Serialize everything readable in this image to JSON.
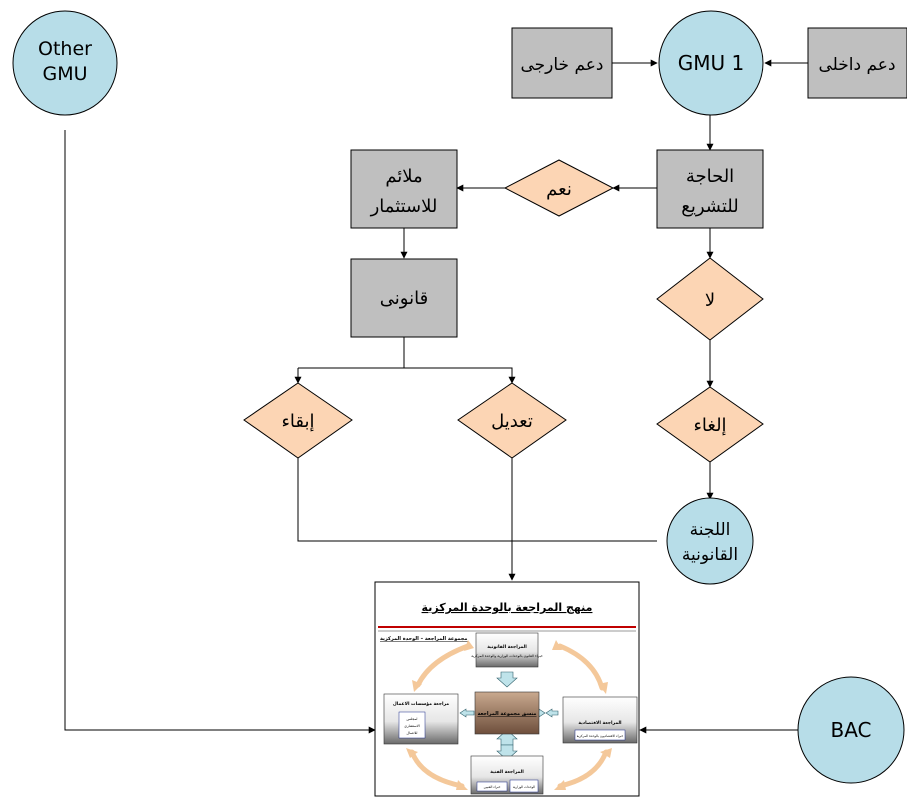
{
  "nodes": {
    "gmu1": "GMU 1",
    "other_gmu_line1": "Other",
    "other_gmu_line2": "GMU",
    "bac": "BAC",
    "external_support": "دعم خارجى",
    "internal_support": "دعم داخلى",
    "legislation_need_line1": "الحاجة",
    "legislation_need_line2": "للتشريع",
    "investment_fit_line1": "ملائم",
    "investment_fit_line2": "للاستثمار",
    "legal": "قانونى",
    "yes": "نعم",
    "no": "لا",
    "cancel": "إلغاء",
    "amend": "تعديل",
    "keep": "إبقاء",
    "committee_line1": "اللجنة",
    "committee_line2": "القانونية"
  },
  "inset": {
    "title": "منهج المراجعة بالوحدة المركزية",
    "subtitle": "مجموعة المراجعة – الوحدة المركزية",
    "center": "منسق مجموعة المراجعة",
    "top_title": "المراجعة القانونية",
    "top_detail": "خبراء القانون بالوحدات الوزارية والوحدة المركزية",
    "left_title": "مراجعة مؤسسات الاعمال",
    "left_detail_l1": "لمجلس",
    "left_detail_l2": "الاستشاري",
    "left_detail_l3": "للاعمال",
    "right_title": "المراجعة الاقتصادية",
    "right_detail": "خبراء الاقتصاديون بالوحدة المركزية",
    "bottom_title": "المراجعة الفنية",
    "bottom_detail_1": "خبراء الفنيين",
    "bottom_detail_2": "الوحدات الوزارية"
  },
  "colors": {
    "circle": "#b7dde8",
    "box": "#bfbfbf",
    "diamond": "#fcd5b4",
    "line": "#000000",
    "inset_red": "#c00000",
    "inset_brown": "#8b6f5e",
    "inset_cyan": "#bfe3ea",
    "inset_arrow": "#f4c89a"
  }
}
